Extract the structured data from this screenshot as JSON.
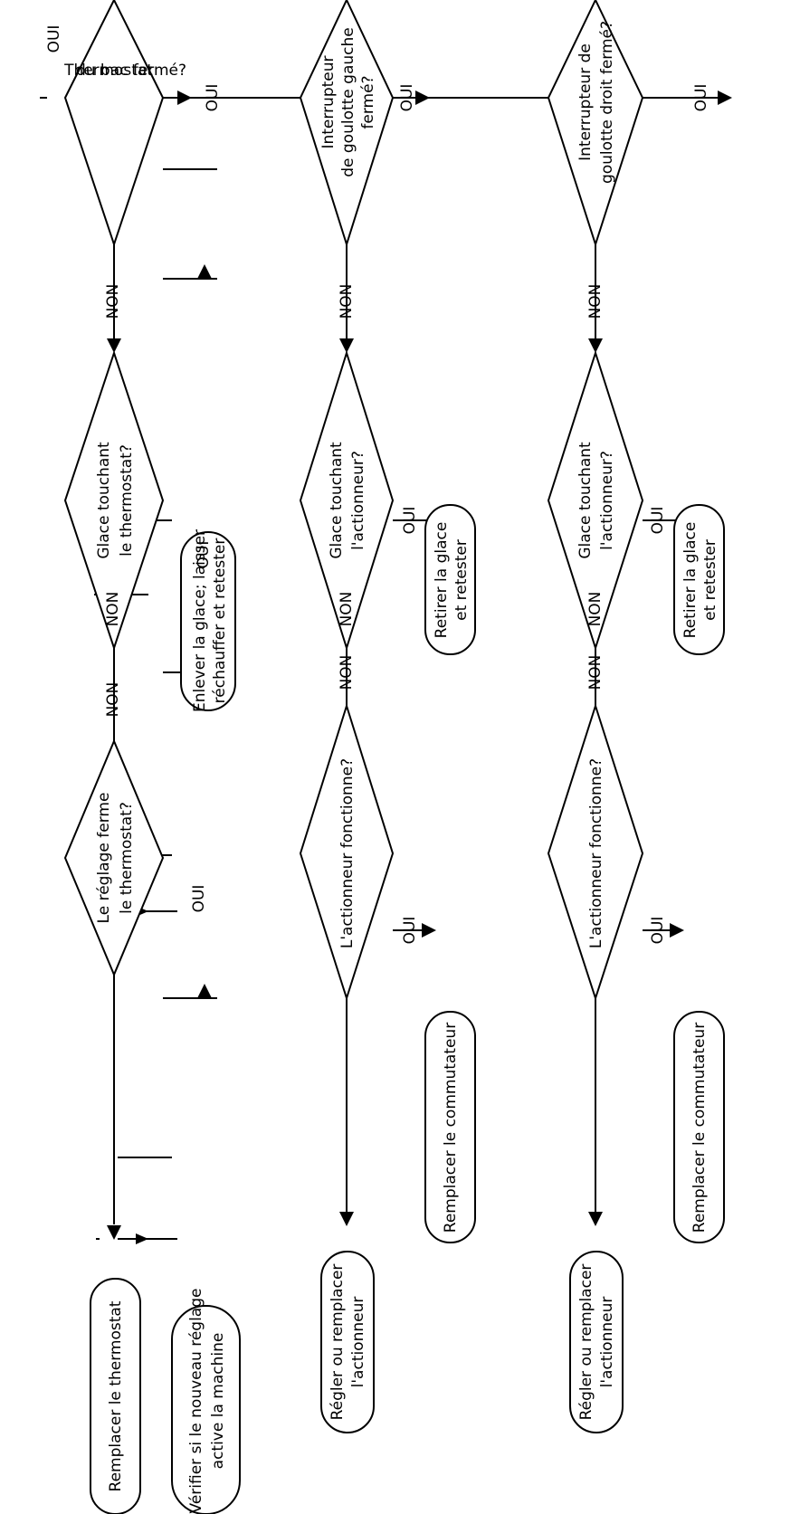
{
  "diagram": {
    "type": "flowchart",
    "orientation": "rotated-90-ccw",
    "colors": {
      "stroke": "#000000",
      "background": "#ffffff"
    },
    "nodes": {
      "rail1_entry_oui": "OUI",
      "thermostat_bac": [
        "Thermostat",
        "du bac fermé?"
      ],
      "rail1_non_1": "NON",
      "glace_thermostat": [
        "Glace touchant",
        "le thermostat?"
      ],
      "rail1_oui_1": "OUI",
      "enlever_glace": [
        "Enlever la glace; laisser",
        "réchauffer et retester"
      ],
      "rail1_non_2": "NON",
      "reglage_ferme": [
        "Le réglage ferme",
        "le thermostat?"
      ],
      "rail1_oui_2": "OUI",
      "verifier_reglage": [
        "Vérifier si le nouveau réglage",
        "active la machine"
      ],
      "remplacer_thermostat": "Remplacer le thermostat",
      "rail1_down_oui": "OUI",
      "rail1_non_3": "NON",
      "interrupteur_gauche": [
        "Interrupteur",
        "de goulotte gauche",
        "fermé?"
      ],
      "rail2_non_1": "NON",
      "glace_actionneur_1": [
        "Glace touchant",
        "l'actionneur?"
      ],
      "rail2_oui_1": "OUI",
      "retirer_glace_1": [
        "Retirer la glace",
        "et retester"
      ],
      "rail2_non_2": "NON",
      "actionneur_fonctionne_1": "L'actionneur fonctionne?",
      "rail2_oui_2": "OUI",
      "remplacer_commutateur_1": "Remplacer le commutateur",
      "regler_actionneur_1": [
        "Régler ou remplacer",
        "l'actionneur"
      ],
      "rail2_down_oui": "OUI",
      "rail2_non_3": "NON",
      "interrupteur_droit": [
        "Interrupteur de",
        "goulotte droit fermé?"
      ],
      "rail3_non_1": "NON",
      "glace_actionneur_2": [
        "Glace touchant",
        "l'actionneur?"
      ],
      "rail3_oui_1": "OUI",
      "retirer_glace_2": [
        "Retirer la glace",
        "et retester"
      ],
      "rail3_non_2": "NON",
      "actionneur_fonctionne_2": "L'actionneur fonctionne?",
      "rail3_oui_2": "OUI",
      "remplacer_commutateur_2": "Remplacer le commutateur",
      "regler_actionneur_2": [
        "Régler ou remplacer",
        "l'actionneur"
      ],
      "rail3_down_oui": "OUI",
      "rail3_non_3": "NON"
    }
  }
}
